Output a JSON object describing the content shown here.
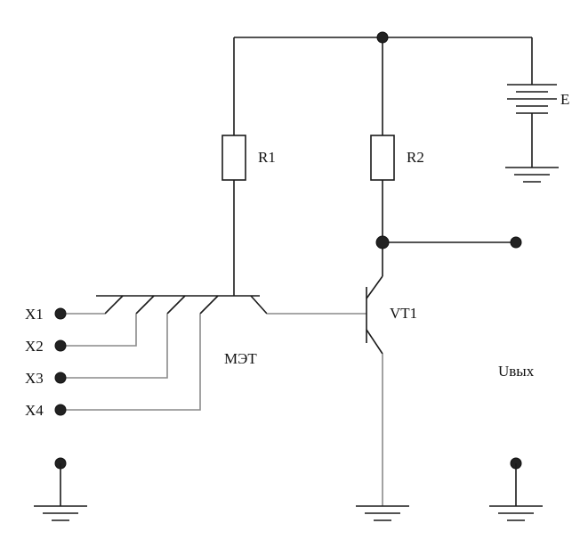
{
  "labels": {
    "r1": "R1",
    "r2": "R2",
    "battery": "E",
    "transistor": "VT1",
    "met": "МЭТ",
    "output": "Uвых",
    "inputs": [
      "X1",
      "X2",
      "X3",
      "X4"
    ]
  }
}
